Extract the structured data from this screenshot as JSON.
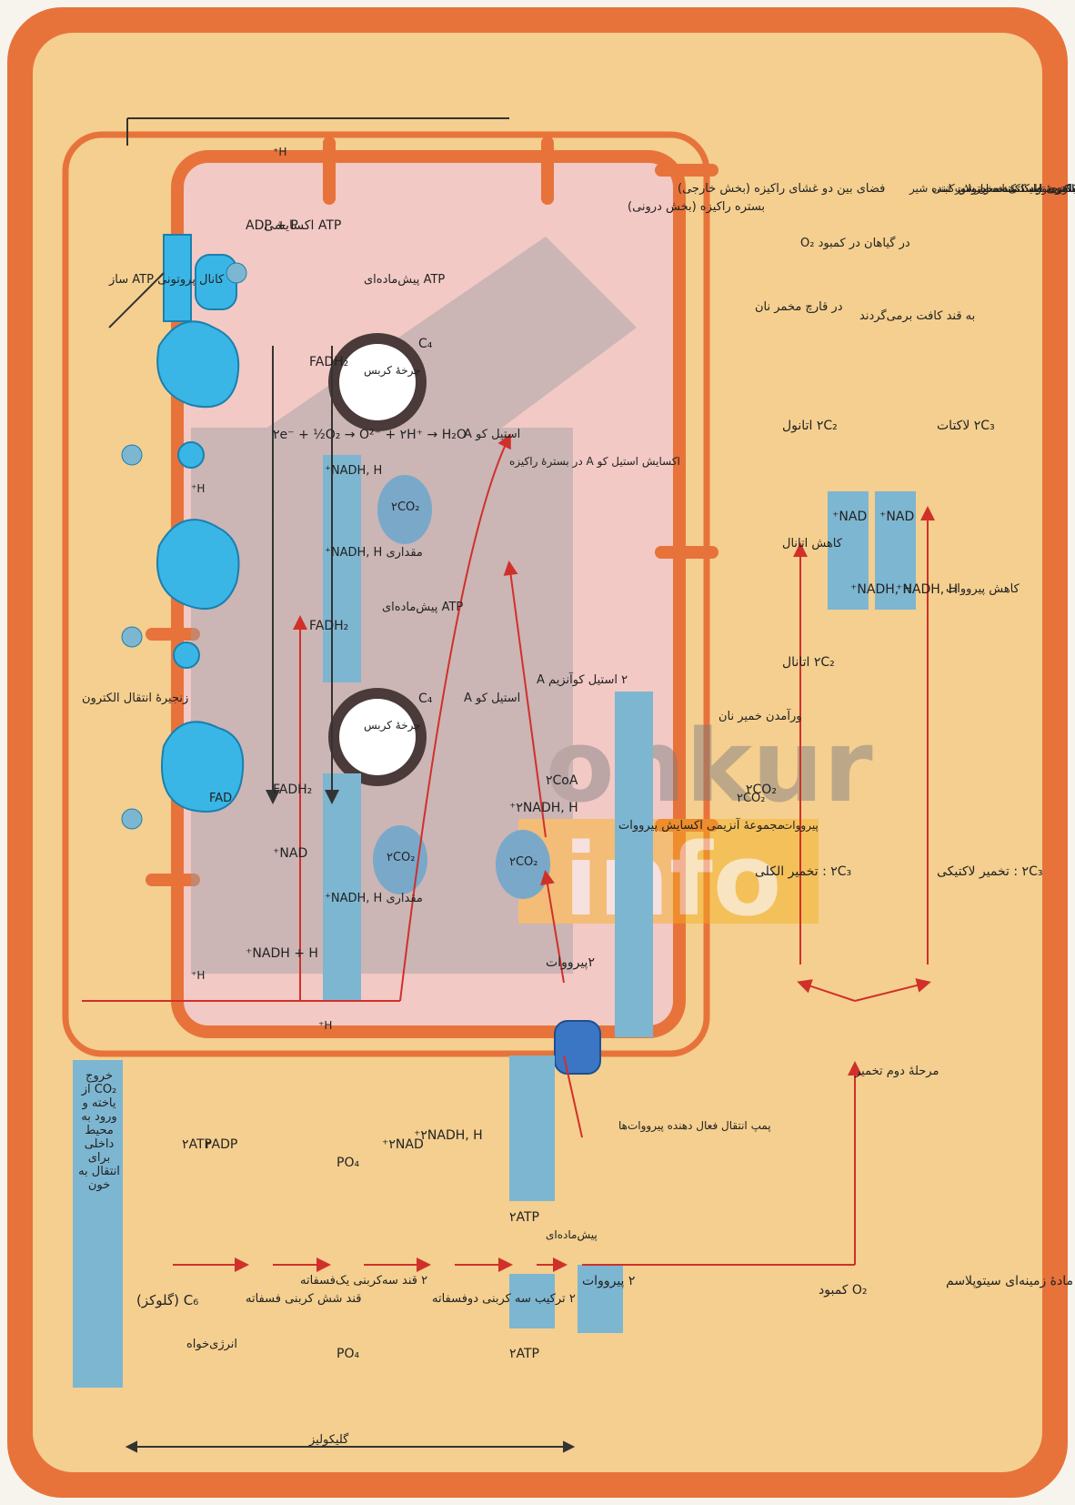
{
  "texts": {
    "glycolysis_scope": "گلیکولیز",
    "co2_exit": "خروج CO₂ از یاخته و ورود به محیط داخلی برای انتقال به خون",
    "glucose": "C₆ (گلوکز)",
    "energy_consumer": "انرژی‌خواه",
    "atp_2": "۲ATP",
    "adp_2": "۲ADP",
    "six_carbon_sugar": "قند شش کربنی فسفاته",
    "three_carbon_sugar": "۲ قند سه‌کربنی یک‌فسفاته",
    "po4_left": "PO₄",
    "po4_right": "PO₄",
    "nad_2": "۲NAD⁺",
    "nadh_2": "۲NADH, H⁺",
    "biphosphate": "۲ ترکیب سه کربنی دوفسفاته",
    "atp_2_out_left": "۲ATP",
    "atp_2_out_right": "۲ATP",
    "substrate_level": "پیش‌ماده‌ای",
    "pyruvate_2": "۲ پیرووات",
    "pump_label": "پمپ انتقال فعال دهنده پیرووات‌ها",
    "o2_lack": "O₂ کمبود",
    "second_stage": "مرحلهٔ دوم تخمیر",
    "cytoplasm_matrix": "مادهٔ زمینه‌ای سیتوپلاسم",
    "alcoholic_ferment": "۲C₃ : تخمیر الکلی",
    "lactic_ferment": "۲C₃ : تخمیر لاکتیکی",
    "pyruvate_word": "پیرووات",
    "co2_2_ferm": "۲CO₂",
    "bread_rise": "ورآمدن خمیر نان",
    "acetaldehyde": "۲C₂ اتانال",
    "ethanol_reduction": "کاهش اتانال",
    "ethanol": "۲C₂ اتانول",
    "nadh_h_a": "NADH, H⁺",
    "nad_a": "NAD⁺",
    "nadh_h_b": "NADH, H⁺",
    "nad_b": "NAD⁺",
    "pyruvate_reduction": "کاهش پیرووات",
    "lactate": "۲C₃ لاکتات",
    "recycle": "به قند کافت برمی‌گردند",
    "ethanol_fungi": "در قارچ مخمر نان",
    "ethanol_plants": "در گیاهان در کمبود O₂",
    "lactic_examples_1": "باکتری فاسد کننده و ترش کننده شیر",
    "lactic_examples_2": "باکتری تولید کننده محصولات لبنی",
    "lactic_examples_3": "باکتری تولید کننده خیارشور",
    "lactic_examples_4": "ماهیچهٔ اسکلتی انسان",
    "intermembrane": "فضای بین دو غشای راکیزه (بخش خارجی)",
    "matrix": "بستره راکیزه (بخش درونی)",
    "etc_title": "زنجیرهٔ انتقال الکترون",
    "atp_synthase": "کانال پروتونی ATP ساز",
    "adp_p": "ADP + P",
    "atp_oxidative": "ATP اکسایشی",
    "krebs": "چرخهٔ کربس",
    "krebs_2": "چرخهٔ کربس",
    "fadh2_a": "FADH₂",
    "fadh2_b": "FADH₂",
    "fadh2_c": "FADH₂",
    "fad": "FAD",
    "nadh_plus_h": "NADH + H⁺",
    "nad_plus": "NAD⁺",
    "nadh_amount_a": "مقداری NADH, H⁺",
    "nadh_amount_b": "مقداری NADH, H⁺",
    "nadh_amount_c": "NADH, H⁺",
    "electron_eq": "۲e⁻ + ½O₂ → O²⁻ + ۲H⁺ → H₂O",
    "atp_substrate_a": "ATP پیش‌ماده‌ای",
    "atp_substrate_b": "ATP پیش‌ماده‌ای",
    "c4_a": "C₄",
    "c4_b": "C₄",
    "acetyl_coa_a": "استیل کو A",
    "acetyl_coa_b": "استیل کو A",
    "acetyl_oxidation": "اکسایش استیل کو A در بسترهٔ راکیزه",
    "two_acetyl": "۲ استیل کوآنزیم A",
    "coa_2": "۲CoA",
    "nadh_2_mito": "۲NADH, H⁺",
    "co2_2_a": "۲CO₂",
    "co2_2_b": "۲CO₂",
    "co2_2_c": "۲CO₂",
    "co2_2_d": "۲CO₂",
    "pyruvate_oxidation_complex": "مجموعهٔ آنزیمی اکسایش پیرووات",
    "pyruvate_mito": "۲پیرووات",
    "h_plus": "H⁺"
  },
  "colors": {
    "frame": "#e7733b",
    "cell_bg": "#f4cf8f",
    "matrix": "#f2c9c4",
    "label_box": "#7db6d1",
    "protein": "#39b6e6",
    "arrow": "#d0302a",
    "ellipse": "#7aa8c9",
    "watermark_gray": "#9e9da3",
    "watermark_orange": "#f5ae1b"
  }
}
